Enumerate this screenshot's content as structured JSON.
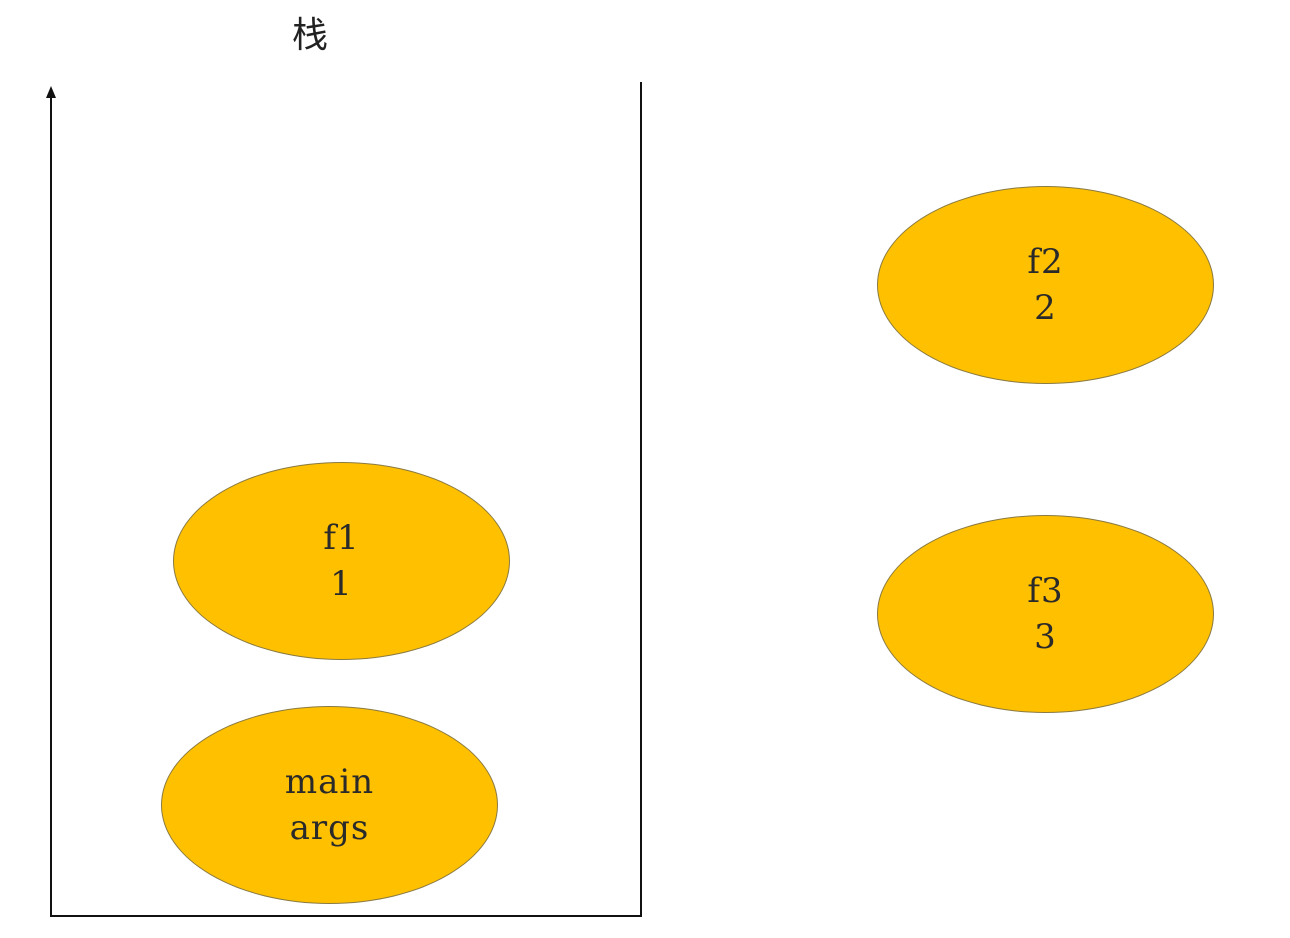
{
  "diagram": {
    "stack_label": "栈",
    "colors": {
      "frame_fill": "#FFC000",
      "frame_border": "#8A7A40",
      "line": "#111111"
    },
    "frames": {
      "main": {
        "line1": "main",
        "line2": "args"
      },
      "f1": {
        "line1": "f1",
        "line2": "1"
      },
      "f2": {
        "line1": "f2",
        "line2": "2"
      },
      "f3": {
        "line1": "f3",
        "line2": "3"
      }
    }
  }
}
